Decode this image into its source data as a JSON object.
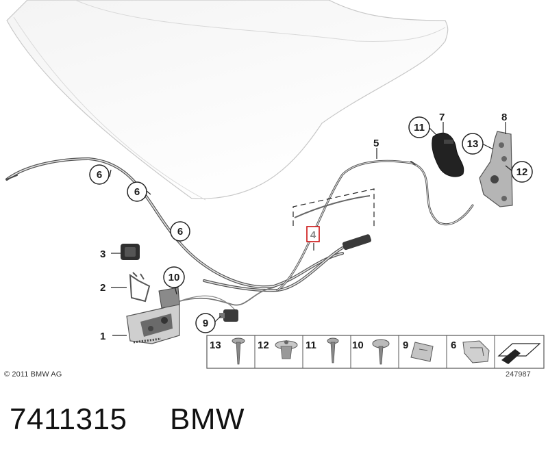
{
  "callouts": {
    "c1": "1",
    "c2": "2",
    "c3": "3",
    "c4": "4",
    "c5": "5",
    "c6a": "6",
    "c6b": "6",
    "c6c": "6",
    "c7": "7",
    "c8": "8",
    "c9": "9",
    "c10": "10",
    "c11": "11",
    "c12": "12",
    "c13": "13"
  },
  "parts_table": [
    "13",
    "12",
    "11",
    "10",
    "9",
    "6"
  ],
  "highlight_color": "#cc1111",
  "copyright": "© 2011 BMW AG",
  "drawing_number": "247987",
  "part_number": "7411315",
  "brand": "BMW"
}
